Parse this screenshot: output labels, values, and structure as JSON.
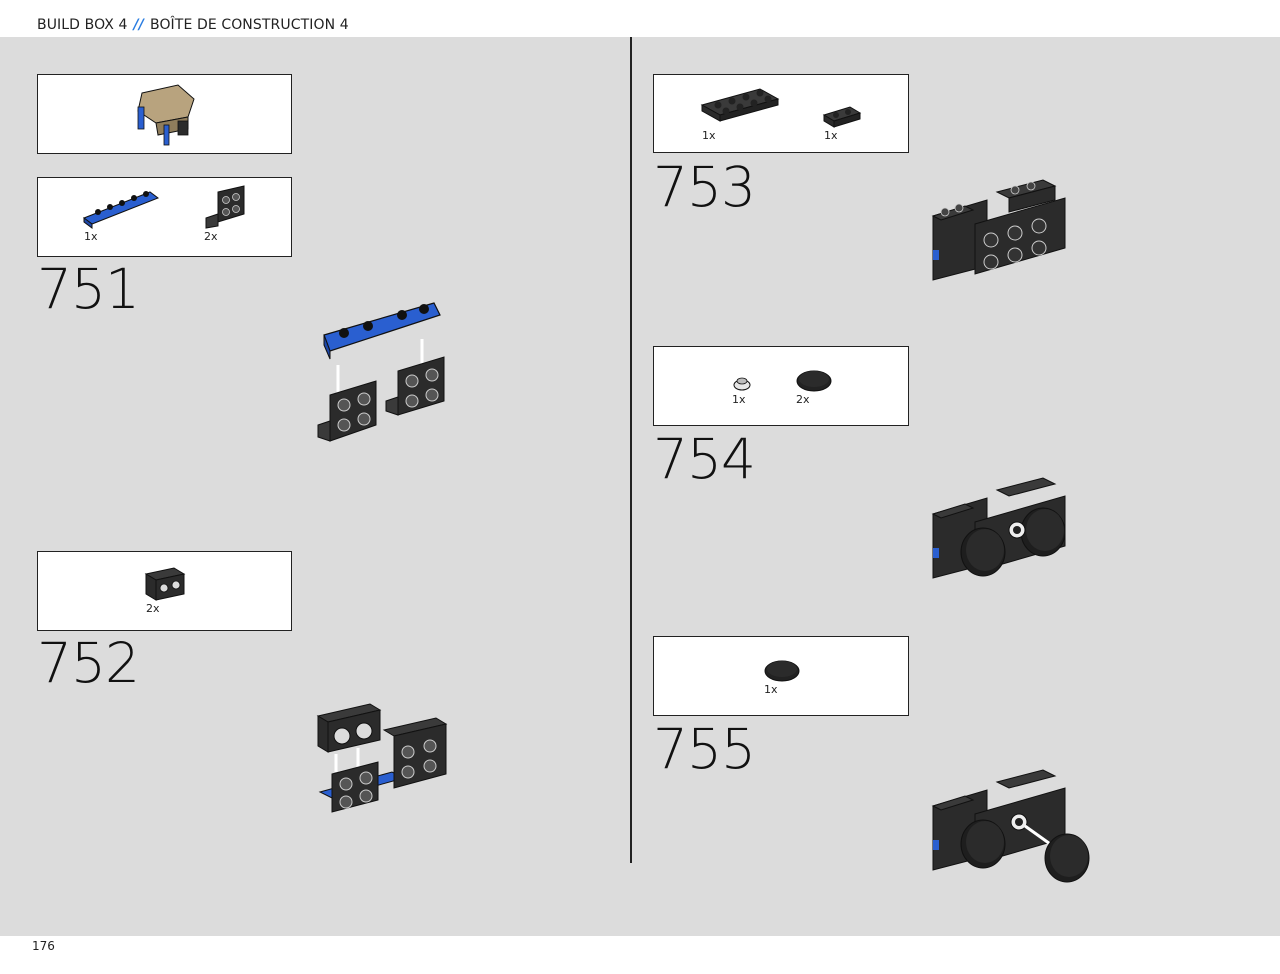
{
  "header": {
    "build_box": "BUILD BOX 4",
    "separator": "//",
    "build_box_fr": "BOÎTE DE CONSTRUCTION 4"
  },
  "footer": {
    "page_number": "176"
  },
  "colors": {
    "background": "#dcdcdc",
    "accent": "#2a7de1",
    "brick_dark": "#2b2b2b",
    "brick_blue": "#2a5fd0",
    "tan": "#b8a37e"
  },
  "steps": [
    {
      "number": "751",
      "parts": [
        {
          "qty": "1x",
          "icon": "blue-plate-1x6-icon"
        },
        {
          "qty": "2x",
          "icon": "dark-bracket-icon"
        }
      ]
    },
    {
      "number": "752",
      "parts": [
        {
          "qty": "2x",
          "icon": "technic-brick-icon"
        }
      ]
    },
    {
      "number": "753",
      "parts": [
        {
          "qty": "1x",
          "icon": "dark-plate-2x4-icon"
        },
        {
          "qty": "1x",
          "icon": "dark-plate-1x2-icon"
        }
      ]
    },
    {
      "number": "754",
      "parts": [
        {
          "qty": "1x",
          "icon": "round-stud-icon"
        },
        {
          "qty": "2x",
          "icon": "round-tile-icon"
        }
      ]
    },
    {
      "number": "755",
      "parts": [
        {
          "qty": "1x",
          "icon": "round-tile-icon"
        }
      ]
    }
  ]
}
